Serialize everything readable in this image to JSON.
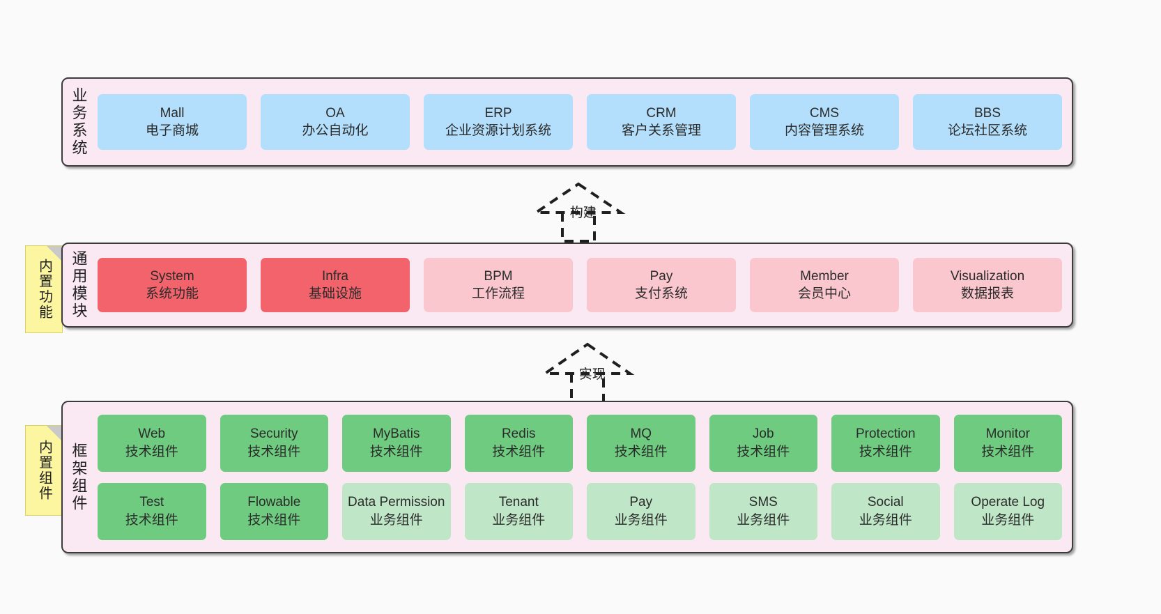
{
  "diagram": {
    "background_color": "#fafafa",
    "tier_background": "#fae9f2",
    "tier_border": "#3b3b3b"
  },
  "notes": [
    {
      "name": "builtin-function",
      "label": "内置功能",
      "color": "#fcf6a0"
    },
    {
      "name": "builtin-component",
      "label": "内置组件",
      "color": "#fcf6a0"
    }
  ],
  "connectors": [
    {
      "name": "build",
      "label": "构建",
      "style": "dashed-generalization"
    },
    {
      "name": "implement",
      "label": "实现",
      "style": "dashed-generalization"
    }
  ],
  "tiers": [
    {
      "name": "business-system",
      "label": "业务系统",
      "rows": [
        [
          {
            "en": "Mall",
            "cn": "电子商城",
            "color": "#b3dffc",
            "variant": "blue"
          },
          {
            "en": "OA",
            "cn": "办公自动化",
            "color": "#b3dffc",
            "variant": "blue"
          },
          {
            "en": "ERP",
            "cn": "企业资源计划系统",
            "color": "#b3dffc",
            "variant": "blue"
          },
          {
            "en": "CRM",
            "cn": "客户关系管理",
            "color": "#b3dffc",
            "variant": "blue"
          },
          {
            "en": "CMS",
            "cn": "内容管理系统",
            "color": "#b3dffc",
            "variant": "blue"
          },
          {
            "en": "BBS",
            "cn": "论坛社区系统",
            "color": "#b3dffc",
            "variant": "blue"
          }
        ]
      ]
    },
    {
      "name": "common-module",
      "label": "通用模块",
      "rows": [
        [
          {
            "en": "System",
            "cn": "系统功能",
            "color": "#f2636b",
            "variant": "red"
          },
          {
            "en": "Infra",
            "cn": "基础设施",
            "color": "#f2636b",
            "variant": "red"
          },
          {
            "en": "BPM",
            "cn": "工作流程",
            "color": "#fbc7ce",
            "variant": "pink"
          },
          {
            "en": "Pay",
            "cn": "支付系统",
            "color": "#fbc7ce",
            "variant": "pink"
          },
          {
            "en": "Member",
            "cn": "会员中心",
            "color": "#fbc7ce",
            "variant": "pink"
          },
          {
            "en": "Visualization",
            "cn": "数据报表",
            "color": "#fbc7ce",
            "variant": "pink"
          }
        ]
      ]
    },
    {
      "name": "framework-component",
      "label": "框架组件",
      "rows": [
        [
          {
            "en": "Web",
            "cn": "技术组件",
            "color": "#6ecb7f",
            "variant": "green"
          },
          {
            "en": "Security",
            "cn": "技术组件",
            "color": "#6ecb7f",
            "variant": "green"
          },
          {
            "en": "MyBatis",
            "cn": "技术组件",
            "color": "#6ecb7f",
            "variant": "green"
          },
          {
            "en": "Redis",
            "cn": "技术组件",
            "color": "#6ecb7f",
            "variant": "green"
          },
          {
            "en": "MQ",
            "cn": "技术组件",
            "color": "#6ecb7f",
            "variant": "green"
          },
          {
            "en": "Job",
            "cn": "技术组件",
            "color": "#6ecb7f",
            "variant": "green"
          },
          {
            "en": "Protection",
            "cn": "技术组件",
            "color": "#6ecb7f",
            "variant": "green"
          },
          {
            "en": "Monitor",
            "cn": "技术组件",
            "color": "#6ecb7f",
            "variant": "green"
          }
        ],
        [
          {
            "en": "Test",
            "cn": "技术组件",
            "color": "#6ecb7f",
            "variant": "green"
          },
          {
            "en": "Flowable",
            "cn": "技术组件",
            "color": "#6ecb7f",
            "variant": "green"
          },
          {
            "en": "Data Permission",
            "cn": "业务组件",
            "color": "#bfe7c7",
            "variant": "lgreen"
          },
          {
            "en": "Tenant",
            "cn": "业务组件",
            "color": "#bfe7c7",
            "variant": "lgreen"
          },
          {
            "en": "Pay",
            "cn": "业务组件",
            "color": "#bfe7c7",
            "variant": "lgreen"
          },
          {
            "en": "SMS",
            "cn": "业务组件",
            "color": "#bfe7c7",
            "variant": "lgreen"
          },
          {
            "en": "Social",
            "cn": "业务组件",
            "color": "#bfe7c7",
            "variant": "lgreen"
          },
          {
            "en": "Operate Log",
            "cn": "业务组件",
            "color": "#bfe7c7",
            "variant": "lgreen"
          }
        ]
      ]
    }
  ]
}
